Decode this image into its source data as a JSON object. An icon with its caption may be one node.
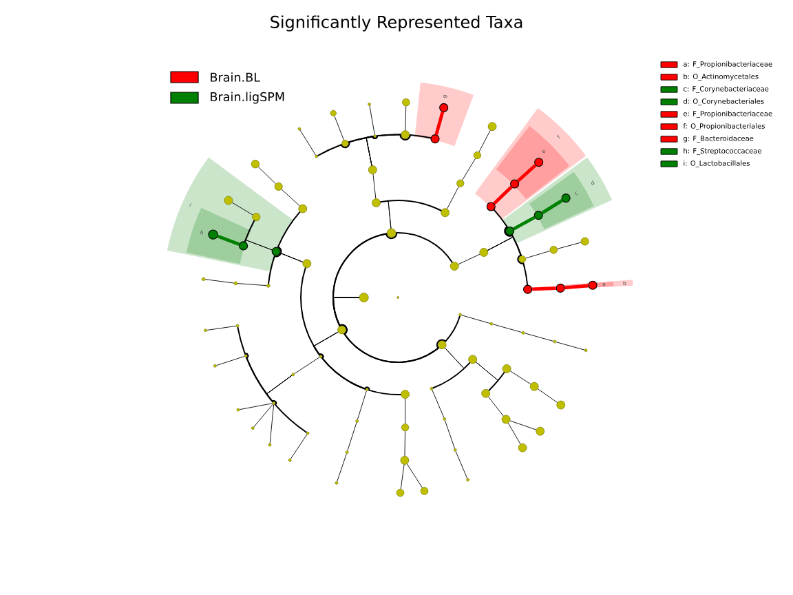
{
  "diagram": {
    "title": "Significantly Represented Taxa",
    "nodes": [
      {
        "text": [],
        "shape": "circle"
      },
      {
        "text": [],
        "shape": "circle"
      },
      {
        "text": [],
        "shape": "circle"
      },
      {
        "text": [],
        "shape": "circle"
      },
      {
        "text": [],
        "shape": "circle"
      },
      {
        "text": [],
        "shape": "circle"
      },
      {
        "text": [],
        "shape": "circle"
      },
      {
        "text": [],
        "shape": "circle"
      },
      {
        "text": [],
        "shape": "circle"
      },
      {
        "text": [],
        "shape": "circle"
      },
      {
        "text": [],
        "shape": "circle"
      },
      {
        "text": [],
        "shape": "circle"
      },
      {
        "text": [],
        "shape": "circle"
      },
      {
        "text": [],
        "shape": "circle"
      },
      {
        "text": [],
        "shape": "circle"
      },
      {
        "text": [],
        "shape": "circle"
      },
      {
        "text": [],
        "shape": "circle"
      },
      {
        "text": [],
        "shape": "circle"
      },
      {
        "text": [],
        "shape": "circle"
      },
      {
        "text": [],
        "shape": "circle"
      },
      {
        "text": [],
        "shape": "circle"
      },
      {
        "text": [],
        "shape": "circle"
      },
      {
        "text": [],
        "shape": "circle"
      },
      {
        "text": [],
        "shape": "circle"
      },
      {
        "text": [],
        "shape": "circle"
      },
      {
        "text": [],
        "shape": "circle"
      },
      {
        "text": [],
        "shape": "circle"
      },
      {
        "text": [],
        "shape": "circle"
      },
      {
        "text": [],
        "shape": "circle"
      },
      {
        "text": [],
        "shape": "circle"
      },
      {
        "text": [],
        "shape": "circle"
      },
      {
        "text": [],
        "shape": "circle"
      },
      {
        "text": [],
        "shape": "circle"
      },
      {
        "text": [],
        "shape": "circle"
      },
      {
        "text": [],
        "shape": "circle"
      },
      {
        "text": [],
        "shape": "circle"
      },
      {
        "text": [],
        "shape": "circle"
      },
      {
        "text": [],
        "shape": "circle"
      },
      {
        "text": [],
        "shape": "circle"
      },
      {
        "text": [],
        "shape": "circle"
      },
      {
        "text": [],
        "shape": "circle"
      },
      {
        "text": [],
        "shape": "circle"
      },
      {
        "text": [],
        "shape": "circle"
      },
      {
        "text": [],
        "shape": "circle"
      },
      {
        "text": [],
        "shape": "circle"
      },
      {
        "text": [],
        "shape": "circle"
      },
      {
        "text": [],
        "shape": "circle"
      },
      {
        "text": [],
        "shape": "circle"
      },
      {
        "text": [],
        "shape": "circle"
      },
      {
        "text": [],
        "shape": "circle"
      },
      {
        "text": [],
        "shape": "circle"
      },
      {
        "text": [],
        "shape": "circle"
      },
      {
        "text": [],
        "shape": "circle"
      },
      {
        "text": [],
        "shape": "circle"
      },
      {
        "text": [],
        "shape": "circle"
      },
      {
        "text": [],
        "shape": "circle"
      },
      {
        "text": [],
        "shape": "circle"
      },
      {
        "text": [],
        "shape": "circle"
      },
      {
        "text": [],
        "shape": "circle"
      },
      {
        "text": [],
        "shape": "circle"
      },
      {
        "text": [],
        "shape": "circle"
      },
      {
        "text": [],
        "shape": "circle"
      },
      {
        "text": [],
        "shape": "circle"
      },
      {
        "text": [],
        "shape": "circle"
      },
      {
        "text": [],
        "shape": "circle"
      },
      {
        "text": [],
        "shape": "circle"
      },
      {
        "text": [],
        "shape": "circle"
      },
      {
        "text": [],
        "shape": "circle"
      },
      {
        "text": [],
        "shape": "circle"
      },
      {
        "text": [],
        "shape": "circle"
      },
      {
        "text": [],
        "shape": "circle"
      },
      {
        "text": [],
        "shape": "circle"
      },
      {
        "text": [],
        "shape": "circle"
      },
      {
        "text": [],
        "shape": "circle"
      },
      {
        "text": [],
        "shape": "circle"
      },
      {
        "text": [],
        "shape": "circle"
      },
      {
        "text": [],
        "shape": "circle"
      },
      {
        "text": [],
        "shape": "circle"
      },
      {
        "text": [],
        "shape": "circle"
      },
      {
        "text": [],
        "shape": "circle"
      },
      {
        "text": [],
        "shape": "circle"
      },
      {
        "text": [],
        "shape": "circle"
      },
      {
        "text": [],
        "shape": "circle"
      },
      {
        "text": [],
        "shape": "circle"
      },
      {
        "text": [],
        "shape": "circle"
      }
    ],
    "edges": [
      {
        "from": 1,
        "to": 2,
        "arrow": "none"
      },
      {
        "from": 2,
        "to": 3,
        "arrow": "none"
      },
      {
        "from": 3,
        "to": 4,
        "arrow": "none"
      },
      {
        "from": 4,
        "to": 5,
        "arrow": "none"
      },
      {
        "from": 5,
        "to": 6,
        "arrow": "none"
      },
      {
        "from": 4,
        "to": 7,
        "arrow": "none"
      },
      {
        "from": 7,
        "to": 8,
        "arrow": "none"
      },
      {
        "from": 4,
        "to": 9,
        "arrow": "none"
      },
      {
        "from": 9,
        "to": 10,
        "arrow": "none"
      },
      {
        "from": 4,
        "to": 11,
        "arrow": "none"
      },
      {
        "from": 11,
        "to": 12,
        "arrow": "none"
      },
      {
        "from": 4,
        "to": 13,
        "arrow": "none"
      },
      {
        "from": 13,
        "to": 14,
        "arrow": "none",
        "style": "thick",
        "color": "#ff0000"
      },
      {
        "from": 2,
        "to": 15,
        "arrow": "none"
      },
      {
        "from": 15,
        "to": 16,
        "arrow": "none"
      },
      {
        "from": 16,
        "to": 17,
        "arrow": "none"
      },
      {
        "from": 17,
        "to": 18,
        "arrow": "none"
      },
      {
        "from": 1,
        "to": 19,
        "arrow": "none"
      },
      {
        "from": 19,
        "to": 20,
        "arrow": "none"
      },
      {
        "from": 20,
        "to": 21,
        "arrow": "none"
      },
      {
        "from": 21,
        "to": 22,
        "arrow": "none",
        "style": "thick",
        "color": "#ff0000"
      },
      {
        "from": 22,
        "to": 23,
        "arrow": "none",
        "style": "thick",
        "color": "#ff0000"
      },
      {
        "from": 20,
        "to": 24,
        "arrow": "none"
      },
      {
        "from": 24,
        "to": 25,
        "arrow": "none",
        "style": "thick",
        "color": "#008000"
      },
      {
        "from": 25,
        "to": 26,
        "arrow": "none",
        "style": "thick",
        "color": "#008000"
      },
      {
        "from": 20,
        "to": 27,
        "arrow": "none"
      },
      {
        "from": 27,
        "to": 28,
        "arrow": "none"
      },
      {
        "from": 28,
        "to": 29,
        "arrow": "none"
      },
      {
        "from": 20,
        "to": 30,
        "arrow": "none"
      },
      {
        "from": 30,
        "to": 31,
        "arrow": "none",
        "style": "thick",
        "color": "#ff0000"
      },
      {
        "from": 31,
        "to": 32,
        "arrow": "none",
        "style": "thick",
        "color": "#ff0000"
      },
      {
        "from": 1,
        "to": 33,
        "arrow": "none"
      },
      {
        "from": 33,
        "to": 34,
        "arrow": "none"
      },
      {
        "from": 34,
        "to": 35,
        "arrow": "none"
      },
      {
        "from": 35,
        "to": 36,
        "arrow": "none"
      },
      {
        "from": 36,
        "to": 37,
        "arrow": "none"
      },
      {
        "from": 34,
        "to": 38,
        "arrow": "none"
      },
      {
        "from": 38,
        "to": 39,
        "arrow": "none"
      },
      {
        "from": 39,
        "to": 40,
        "arrow": "none"
      },
      {
        "from": 38,
        "to": 41,
        "arrow": "none"
      },
      {
        "from": 41,
        "to": 42,
        "arrow": "none",
        "style": "thick",
        "color": "#008000"
      },
      {
        "from": 34,
        "to": 43,
        "arrow": "none"
      },
      {
        "from": 43,
        "to": 44,
        "arrow": "none"
      },
      {
        "from": 44,
        "to": 45,
        "arrow": "none"
      },
      {
        "from": 33,
        "to": 46,
        "arrow": "none"
      },
      {
        "from": 46,
        "to": 47,
        "arrow": "none"
      },
      {
        "from": 47,
        "to": 48,
        "arrow": "none"
      },
      {
        "from": 48,
        "to": 49,
        "arrow": "none"
      },
      {
        "from": 47,
        "to": 50,
        "arrow": "none"
      },
      {
        "from": 50,
        "to": 51,
        "arrow": "none"
      },
      {
        "from": 47,
        "to": 52,
        "arrow": "none"
      },
      {
        "from": 52,
        "to": 53,
        "arrow": "none"
      },
      {
        "from": 52,
        "to": 54,
        "arrow": "none"
      },
      {
        "from": 52,
        "to": 55,
        "arrow": "none"
      },
      {
        "from": 47,
        "to": 56,
        "arrow": "none"
      },
      {
        "from": 56,
        "to": 57,
        "arrow": "none"
      },
      {
        "from": 33,
        "to": 58,
        "arrow": "none"
      },
      {
        "from": 58,
        "to": 59,
        "arrow": "none"
      },
      {
        "from": 59,
        "to": 60,
        "arrow": "none"
      },
      {
        "from": 60,
        "to": 61,
        "arrow": "none"
      },
      {
        "from": 33,
        "to": 62,
        "arrow": "none"
      },
      {
        "from": 62,
        "to": 63,
        "arrow": "none"
      },
      {
        "from": 63,
        "to": 64,
        "arrow": "none"
      },
      {
        "from": 64,
        "to": 65,
        "arrow": "none"
      },
      {
        "from": 64,
        "to": 66,
        "arrow": "none"
      },
      {
        "from": 1,
        "to": 67,
        "arrow": "none"
      },
      {
        "from": 67,
        "to": 68,
        "arrow": "none"
      },
      {
        "from": 68,
        "to": 69,
        "arrow": "none"
      },
      {
        "from": 69,
        "to": 70,
        "arrow": "none"
      },
      {
        "from": 70,
        "to": 71,
        "arrow": "none"
      },
      {
        "from": 67,
        "to": 72,
        "arrow": "none"
      },
      {
        "from": 72,
        "to": 73,
        "arrow": "none"
      },
      {
        "from": 73,
        "to": 74,
        "arrow": "none"
      },
      {
        "from": 74,
        "to": 75,
        "arrow": "none"
      },
      {
        "from": 72,
        "to": 76,
        "arrow": "none"
      },
      {
        "from": 76,
        "to": 77,
        "arrow": "none"
      },
      {
        "from": 77,
        "to": 78,
        "arrow": "none"
      },
      {
        "from": 77,
        "to": 79,
        "arrow": "none"
      },
      {
        "from": 1,
        "to": 80,
        "arrow": "none"
      },
      {
        "from": 80,
        "to": 81,
        "arrow": "none"
      },
      {
        "from": 81,
        "to": 82,
        "arrow": "none"
      },
      {
        "from": 82,
        "to": 83,
        "arrow": "none"
      },
      {
        "from": 83,
        "to": 84,
        "arrow": "none"
      }
    ],
    "labels": [
      "g",
      "f",
      "e",
      "d",
      "c",
      "i",
      "h",
      "a",
      "b"
    ],
    "legend": [
      {
        "text": "Brain.BL",
        "color": "#ff0000"
      },
      {
        "text": "Brain.ligSPM",
        "color": "#008000"
      },
      {
        "text": "a: F_Propionibacteriaceae",
        "color": "#ff0000"
      },
      {
        "text": "b: O_Actinomycetales",
        "color": "#ff0000"
      },
      {
        "text": "c: F_Corynebacteriaceae",
        "color": "#008000"
      },
      {
        "text": "d: O_Corynebacteriales",
        "color": "#008000"
      },
      {
        "text": "e: F_Propionibacteriaceae",
        "color": "#ff0000"
      },
      {
        "text": "f: O_Propionibacteriales",
        "color": "#ff0000"
      },
      {
        "text": "g: F_Bacteroidaceae",
        "color": "#ff0000"
      },
      {
        "text": "h: F_Streptococcaceae",
        "color": "#008000"
      },
      {
        "text": "i: O_Lactobacillales",
        "color": "#008000"
      }
    ]
  }
}
